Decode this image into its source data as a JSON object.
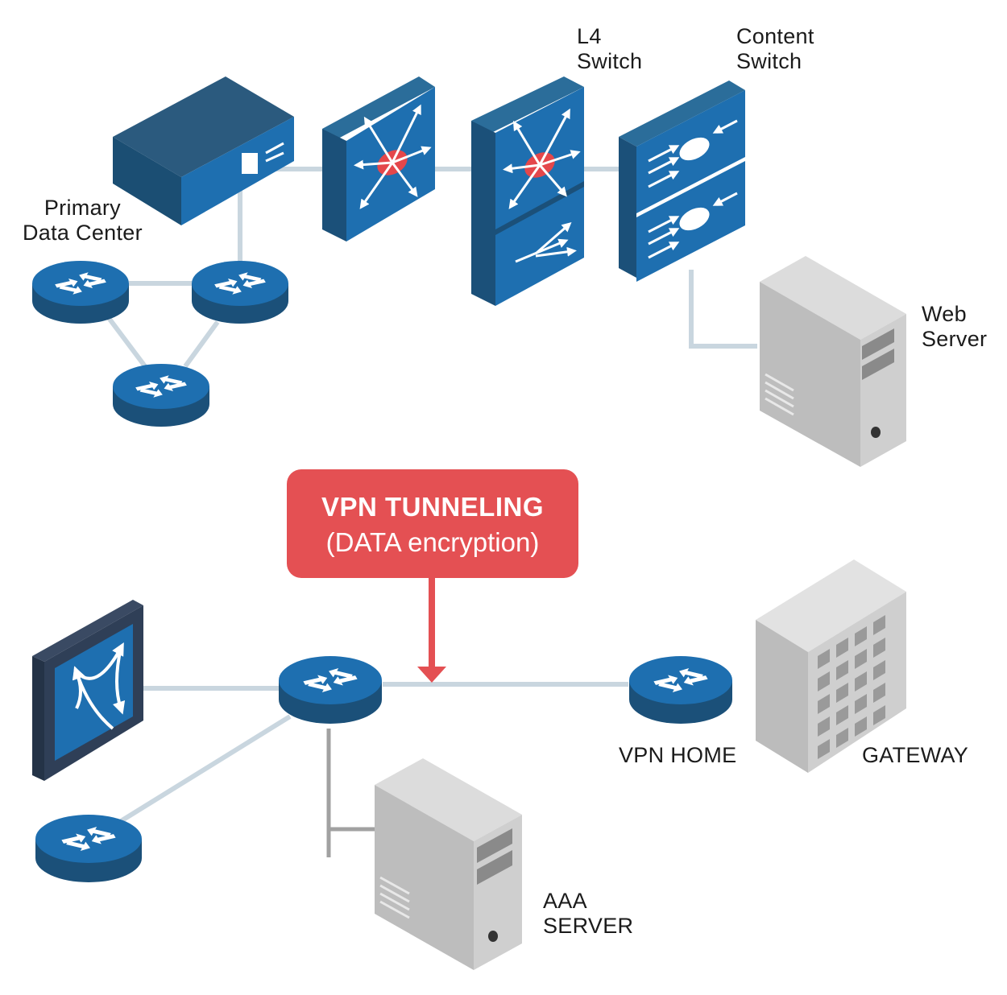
{
  "labels": {
    "primary_data_center": [
      "Primary",
      "Data Center"
    ],
    "l4_switch": [
      "L4",
      "Switch"
    ],
    "content_switch": [
      "Content",
      "Switch"
    ],
    "web_server": [
      "Web",
      "Server"
    ],
    "vpn_home": "VPN HOME",
    "gateway": "GATEWAY",
    "aaa_server": [
      "AAA",
      "SERVER"
    ]
  },
  "callout": {
    "title": "VPN TUNNELING",
    "subtitle": "(DATA encryption)"
  },
  "colors": {
    "device_blue": "#1e6fb0",
    "device_dark": "#1b5079",
    "device_mid": "#2a5f8c",
    "link": "#c9d6df",
    "server_gray": "#cfcfcf",
    "callout_red": "#e45053",
    "hub_red": "#e4474b"
  }
}
